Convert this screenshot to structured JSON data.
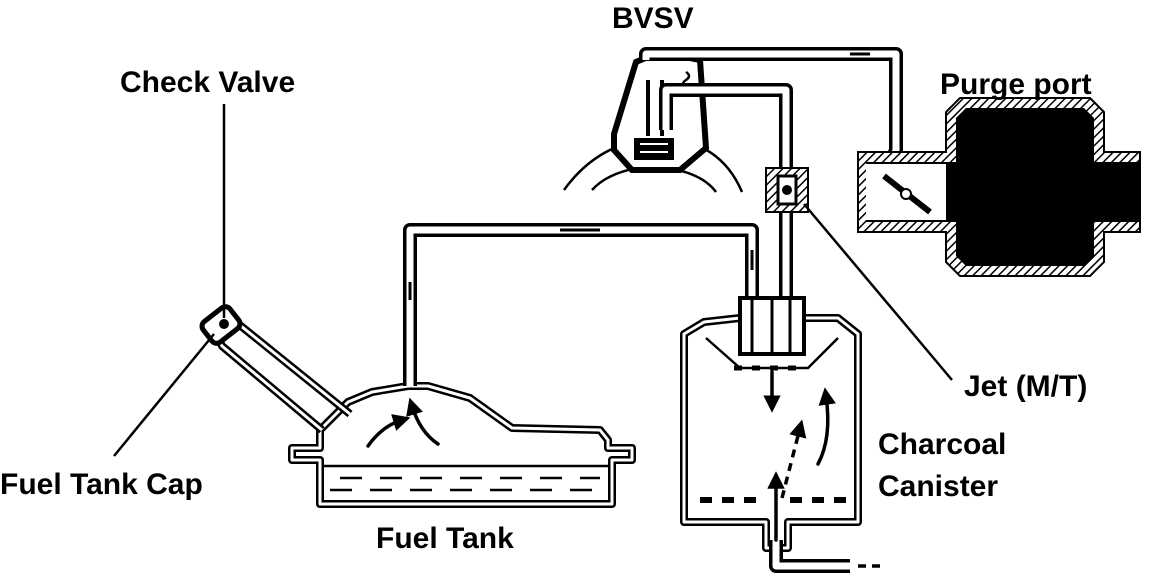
{
  "labels": {
    "bvsv": "BVSV",
    "check_valve": "Check Valve",
    "purge_port": "Purge port",
    "jet": "Jet (M/T)",
    "charcoal_line1": "Charcoal",
    "charcoal_line2": "Canister",
    "fuel_tank_cap": "Fuel Tank Cap",
    "fuel_tank": "Fuel Tank"
  },
  "colors": {
    "ink": "#000000",
    "paper": "#ffffff"
  }
}
